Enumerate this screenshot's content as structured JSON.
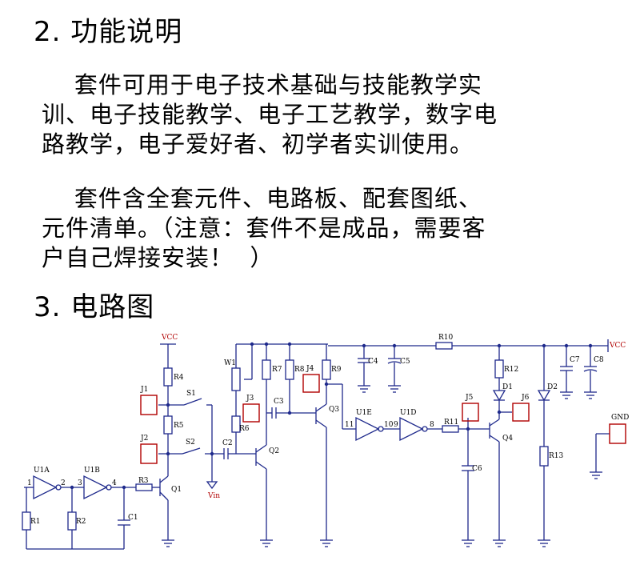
{
  "section2": {
    "title": "2. 功能说明",
    "para1_lines": [
      "    套件可用于电子技术基础与技能教学实",
      "训、电子技能教学、电子工艺教学，数字电",
      "路教学，电子爱好者、初学者实训使用。"
    ],
    "para2_lines": [
      "    套件含全套元件、电路板、配套图纸、",
      "元件清单。（注意：套件不是成品，需要客",
      "户自己焊接安装！  ）"
    ]
  },
  "section3": {
    "title": "3. 电路图"
  },
  "schematic": {
    "wire_color": "#1f2a8c",
    "outline_color": "#b00000",
    "labels": {
      "vcc_left": "VCC",
      "vcc_right": "VCC",
      "gnd": "GND",
      "vin": "Vin",
      "u1a": "U1A",
      "u1b": "U1B",
      "u1e": "U1E",
      "u1d": "U1D",
      "r1": "R1",
      "r2": "R2",
      "r3": "R3",
      "r4": "R4",
      "r5": "R5",
      "r6": "R6",
      "r7": "R7",
      "r8": "R8",
      "r9": "R9",
      "r10": "R10",
      "r11": "R11",
      "r12": "R12",
      "r13": "R13",
      "c1": "C1",
      "c2": "C2",
      "c3": "C3",
      "c4": "C4",
      "c5": "C5",
      "c6": "C6",
      "c7": "C7",
      "c8": "C8",
      "q1": "Q1",
      "q2": "Q2",
      "q3": "Q3",
      "q4": "Q4",
      "j1": "J1",
      "j2": "J2",
      "j3": "J3",
      "j4": "J4",
      "j5": "J5",
      "j6": "J6",
      "s1": "S1",
      "s2": "S2",
      "w1": "W1",
      "d1": "D1",
      "d2": "D2",
      "pin1": "1",
      "pin2": "2",
      "pin3": "3",
      "pin4": "4",
      "pin8": "8",
      "pin9": "9",
      "pin10": "10",
      "pin11": "11"
    }
  }
}
